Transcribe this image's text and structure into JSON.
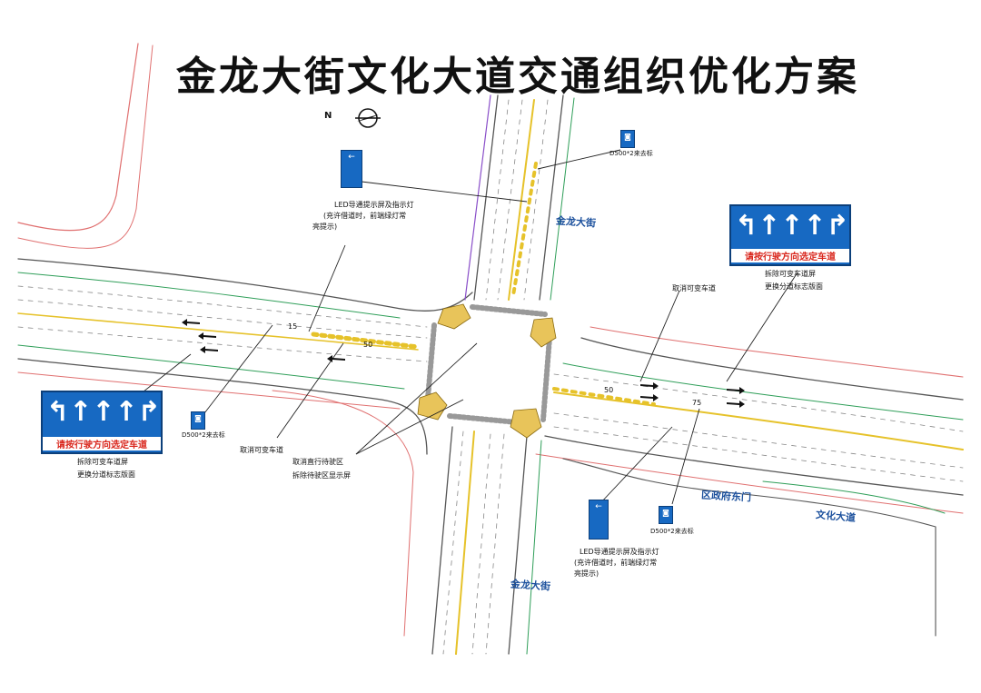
{
  "title": "金龙大街文化大道交通组织优化方案",
  "roads": {
    "jinlong_north": "金龙大街",
    "jinlong_south": "金龙大街",
    "wenhua": "文化大道",
    "gate": "区政府东门"
  },
  "sign_right": {
    "caption": "请按行驶方向选定车道",
    "note_line1": "拆除可变车道屏",
    "note_line2": "更换分道标志版面"
  },
  "sign_left": {
    "caption": "请按行驶方向选定车道",
    "note_line1": "拆除可变车道屏",
    "note_line2": "更换分道标志版面"
  },
  "labels": {
    "cancel_variable_right": "取消可变车道",
    "cancel_variable_left": "取消可变车道",
    "cancel_waiting_1": "取消直行待驶区",
    "cancel_waiting_2": "拆除待驶区显示屏"
  },
  "led_top": {
    "line1": "LED导通提示屏及指示灯",
    "line2": "(充许借道时，前端绿灯常",
    "line3": "亮提示)"
  },
  "led_bottom": {
    "line1": "LED导通提示屏及指示灯",
    "line2": "(充许借道时，前端绿灯常",
    "line3": "亮提示)"
  },
  "small_codes": {
    "top": "D500*2来去标",
    "left": "D500*2来去标",
    "bottom": "D500*2来去标"
  },
  "markings": {
    "n15": "15",
    "n50_left": "50",
    "n50_right": "50",
    "n75": "75"
  },
  "compass": "N",
  "colors": {
    "road_edge": "#9aa0a8",
    "median_green": "#2e9e58",
    "curb_red": "#e07070",
    "yellow": "#e6c22a",
    "purple": "#8a4fc9",
    "sign_blue": "#1769c2"
  }
}
